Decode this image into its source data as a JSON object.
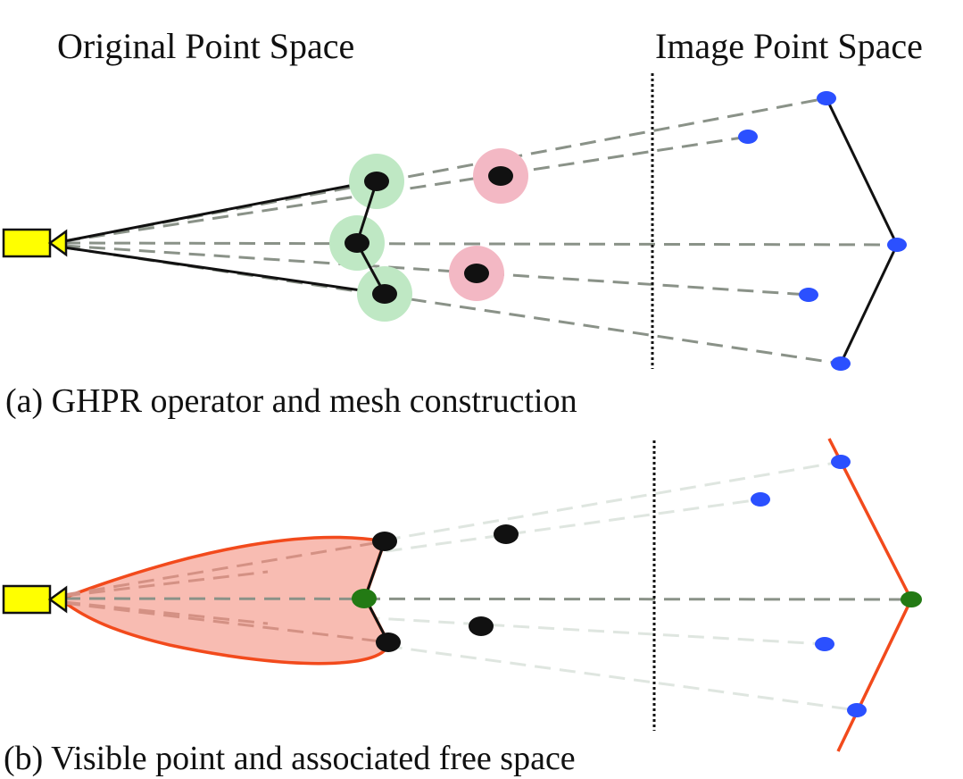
{
  "titles": {
    "original_space": "Original Point Space",
    "image_space": "Image Point Space"
  },
  "captions": {
    "a": "(a) GHPR operator and mesh construction",
    "b": "(b) Visible point and associated free space"
  },
  "colors": {
    "camera": "#ffff00",
    "visible_point": "#111111",
    "visible_halo": "#bfe8c4",
    "occluded_halo": "#f3b8c4",
    "image_point": "#2b50ff",
    "free_space_fill": "#f8bcb2",
    "free_space_edge": "#f24a1c",
    "focus_point": "#237a14",
    "ray": "#8a9288",
    "faint_ray": "#dfe6e0",
    "mesh_edge": "#111111"
  }
}
